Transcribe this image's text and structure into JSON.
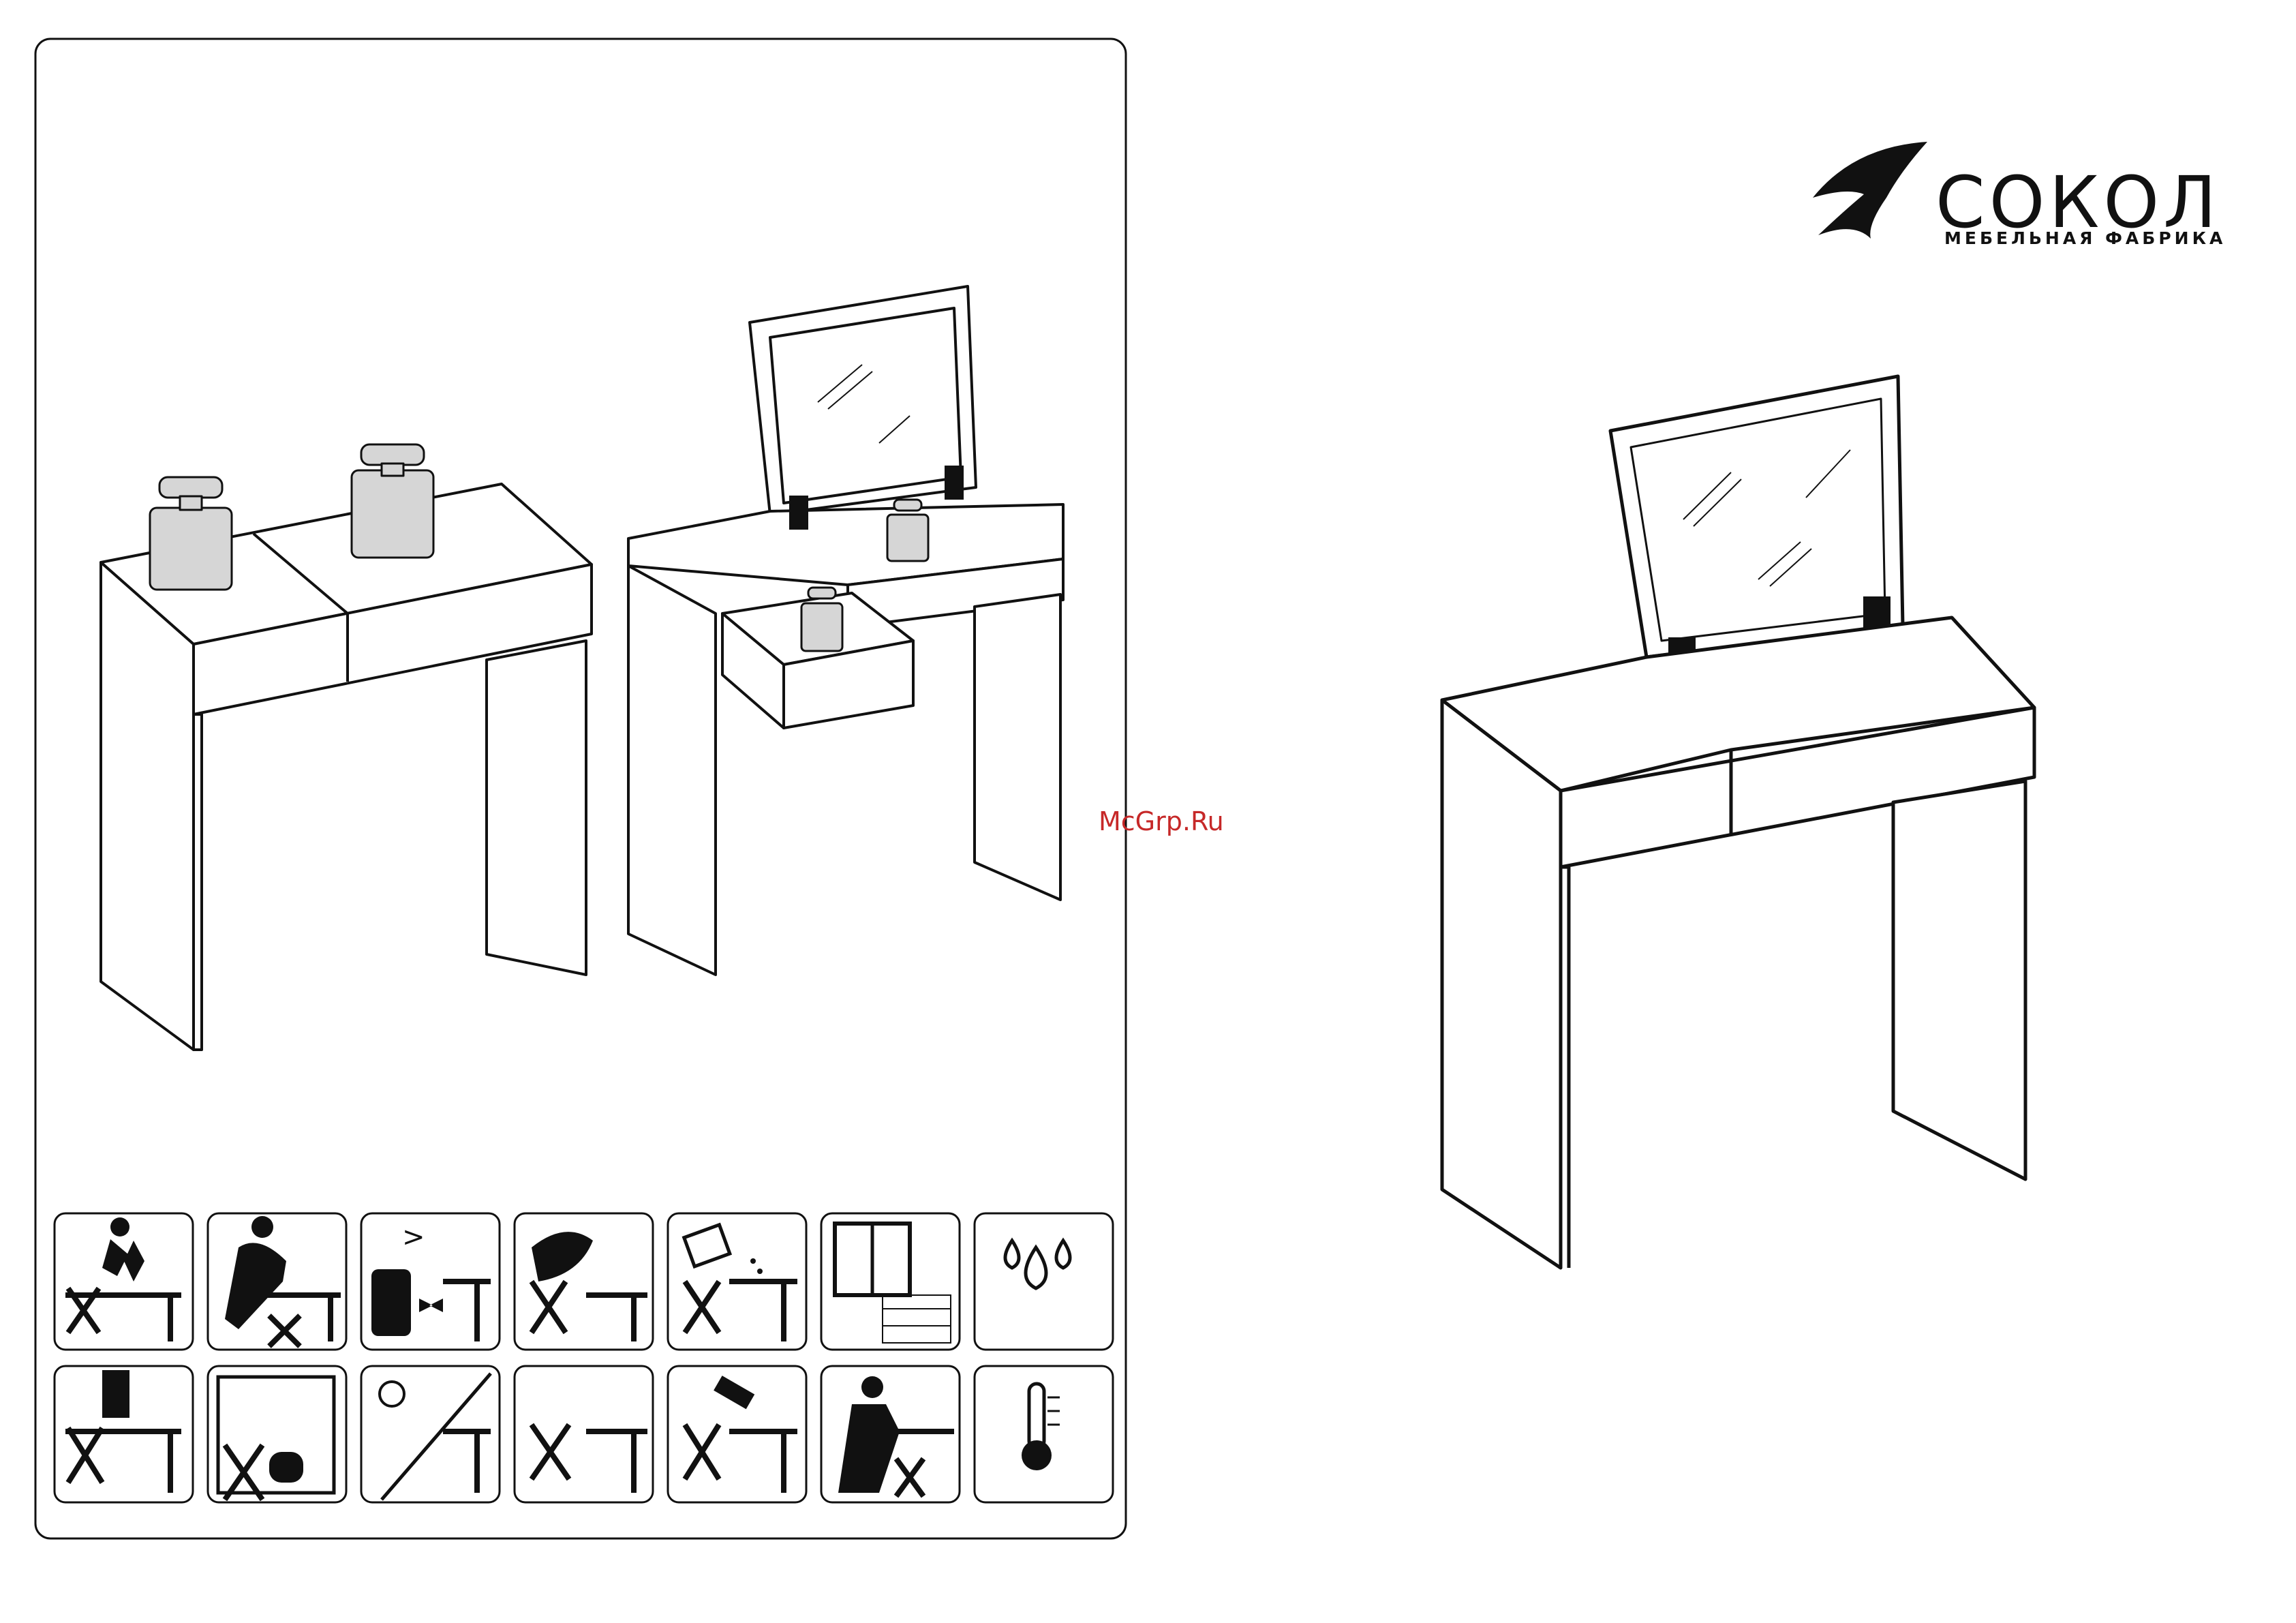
{
  "brand": {
    "name": "СОКОЛ",
    "tagline": "МЕБЕЛЬНАЯ ФАБРИКА",
    "logo_icon": "swoosh-s-logo"
  },
  "watermark": "McGrp.Ru",
  "illustrations": [
    {
      "name": "closed-vanity-with-weights",
      "icon": "vanity-table-closed"
    },
    {
      "name": "open-vanity-with-drawer-and-weights",
      "icon": "vanity-table-open"
    },
    {
      "name": "vanity-table-mirror-open",
      "icon": "vanity-table-mirror"
    }
  ],
  "warning_icons": {
    "row1": [
      "no-jumping-icon",
      "no-leaning-icon",
      "no-heavy-luggage-icon",
      "no-wet-cloth-icon",
      "no-spilling-icon",
      "ventilation-icon",
      "humidity-icon"
    ],
    "row2": [
      "no-standing-on-table-icon",
      "no-overload-drawer-icon",
      "no-direct-sunlight-icon",
      "no-solvents-icon",
      "no-hammering-icon",
      "no-dragging-icon",
      "temperature-icon"
    ]
  },
  "colors": {
    "line": "#111111",
    "weight_fill": "#d6d6d6",
    "watermark": "#c62828"
  }
}
